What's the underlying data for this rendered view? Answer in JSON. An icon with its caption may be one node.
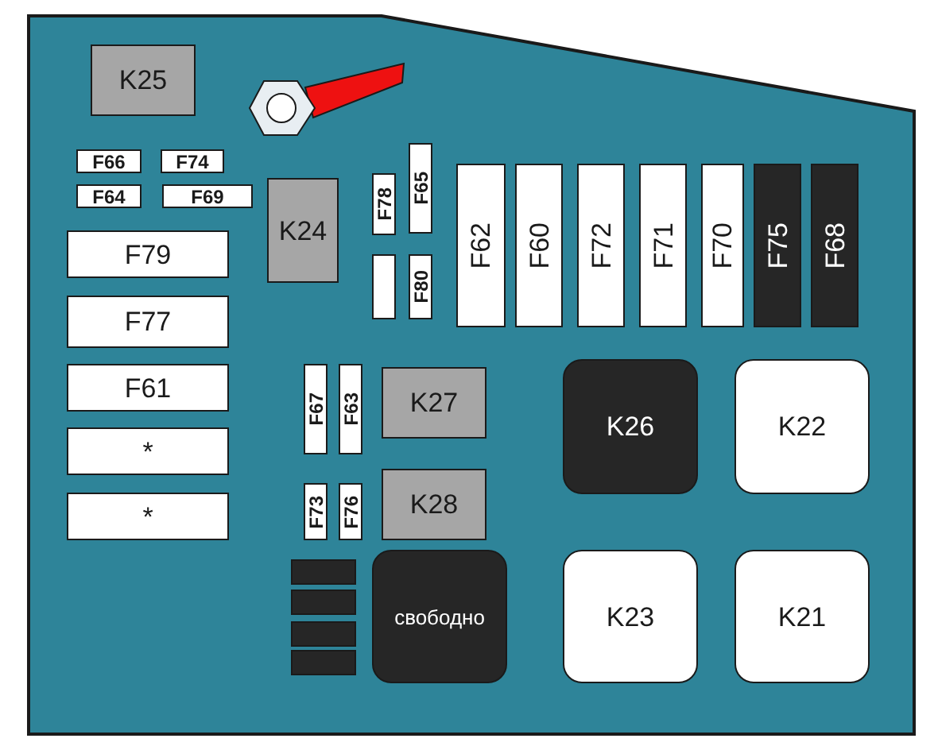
{
  "diagram": {
    "nodes": [
      {
        "text": [
          "K25"
        ]
      },
      {
        "text": [
          "F66"
        ]
      },
      {
        "text": [
          "F74"
        ]
      },
      {
        "text": [
          "F64"
        ]
      },
      {
        "text": [
          "F69"
        ]
      },
      {
        "text": [
          "F79"
        ]
      },
      {
        "text": [
          "F77"
        ]
      },
      {
        "text": [
          "F61"
        ]
      },
      {
        "text": [
          "*"
        ]
      },
      {
        "text": [
          "*"
        ]
      },
      {
        "text": [
          "K24"
        ]
      },
      {
        "text": [
          "F78"
        ]
      },
      {
        "text": [
          "F65"
        ]
      },
      {
        "text": [],
        "shape": "box"
      },
      {
        "text": [
          "F80"
        ]
      },
      {
        "text": [
          "F62"
        ]
      },
      {
        "text": [
          "F60"
        ]
      },
      {
        "text": [
          "F72"
        ]
      },
      {
        "text": [
          "F71"
        ]
      },
      {
        "text": [
          "F70"
        ]
      },
      {
        "text": [
          "F75"
        ]
      },
      {
        "text": [
          "F68"
        ]
      },
      {
        "text": [
          "F67"
        ]
      },
      {
        "text": [
          "F63"
        ]
      },
      {
        "text": [
          "K27"
        ]
      },
      {
        "text": [
          "K26"
        ]
      },
      {
        "text": [
          "K22"
        ]
      },
      {
        "text": [
          "F73"
        ]
      },
      {
        "text": [
          "F76"
        ]
      },
      {
        "text": [
          "K28"
        ]
      },
      {
        "text": [],
        "shape": "box"
      },
      {
        "text": [],
        "shape": "box"
      },
      {
        "text": [],
        "shape": "box"
      },
      {
        "text": [],
        "shape": "box"
      },
      {
        "text": [
          "свободно"
        ]
      },
      {
        "text": [
          "K23"
        ]
      },
      {
        "text": [
          "K21"
        ]
      }
    ]
  }
}
